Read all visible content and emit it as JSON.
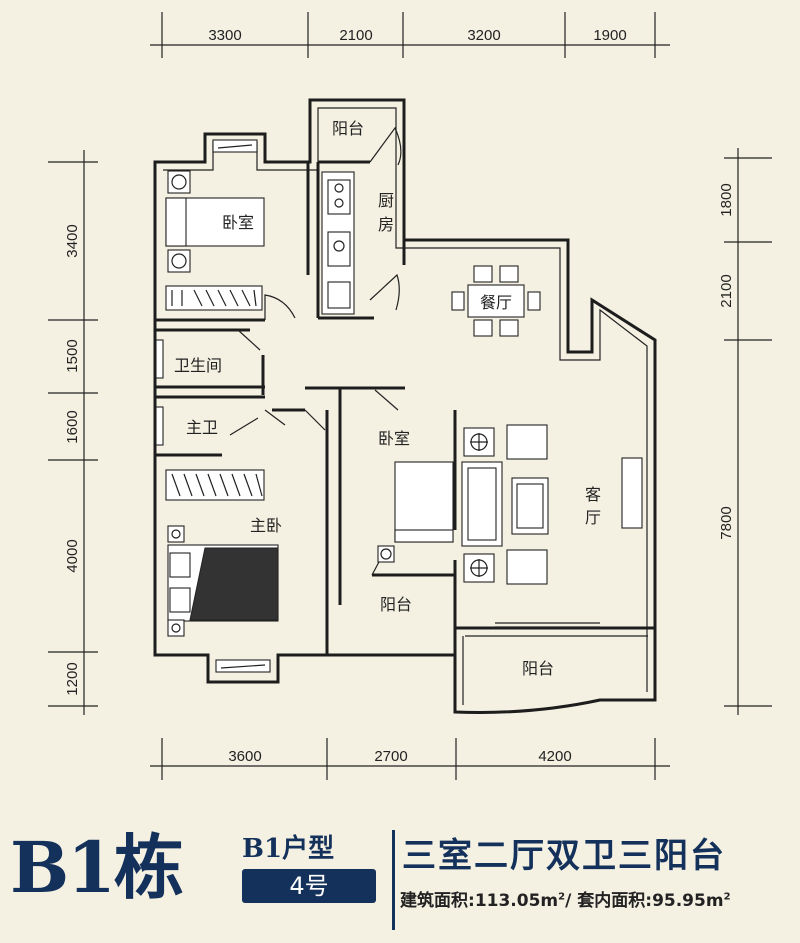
{
  "dimensions": {
    "top": [
      "3300",
      "2100",
      "3200",
      "1900"
    ],
    "bottom": [
      "3600",
      "2700",
      "4200"
    ],
    "left": [
      "3400",
      "1500",
      "1600",
      "4000",
      "1200"
    ],
    "right": [
      "1800",
      "2100",
      "7800"
    ]
  },
  "rooms": {
    "balcony_top": "阳台",
    "kitchen": "厨房",
    "bedroom_nw": "卧室",
    "dining": "餐厅",
    "bathroom": "卫生间",
    "master_bath": "主卫",
    "bedroom_mid": "卧室",
    "living": "客厅",
    "master_bedroom": "主卧",
    "balcony_mid": "阳台",
    "balcony_se": "阳台"
  },
  "footer": {
    "building": "B1栋",
    "unit_type": "B1户型",
    "unit_number": "4号",
    "layout": "三室二厅双卫三阳台",
    "area_label": "建筑面积:",
    "area_value": "113.05m",
    "area_sep": "/ ",
    "inner_label": "套内面积:",
    "inner_value": "95.95m",
    "unit_sup": "2"
  }
}
